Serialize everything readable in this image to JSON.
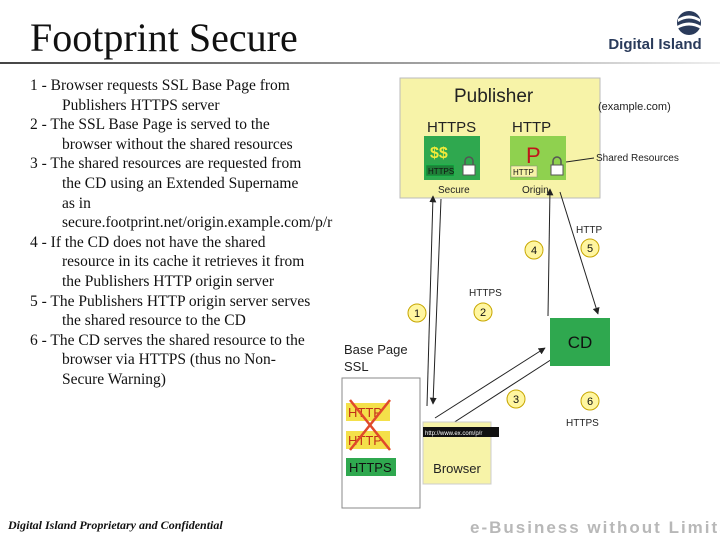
{
  "title": "Footprint Secure",
  "logo_text": "Digital Island",
  "steps": [
    "1 - Browser requests SSL Base Page from Publishers HTTPS server",
    "2 - The SSL Base Page is served to the browser without the shared resources",
    "3 - The shared resources are requested from the CD using an Extended Supername as in secure.footprint.net/origin.example.com/p/r",
    "4 - If the CD does not have the shared resource in its cache it retrieves it from the Publishers HTTP origin server",
    "5 - The Publishers HTTP origin server serves the shared resource to the CD",
    "6 - The CD serves the shared resource to the browser via HTTPS (thus no Non-Secure Warning)"
  ],
  "diagram": {
    "publisher_title": "Publisher",
    "publisher_domain": "(example.com)",
    "https_label": "HTTPS",
    "http_label": "HTTP",
    "secure_symbol": "$$",
    "origin_symbol": "P",
    "secure_tag": "HTTPS",
    "origin_tag": "HTTP",
    "secure_caption": "Secure",
    "origin_caption": "Origin",
    "shared_resources": "Shared Resources",
    "arrow_http_label": "HTTP",
    "arrow_https_label": "HTTPS",
    "arrow_https_bottom": "HTTPS",
    "cd_label": "CD",
    "base_page_line1": "Base Page",
    "base_page_line2": "SSL",
    "page_items": [
      "HTTP",
      "HTTP",
      "HTTPS"
    ],
    "browser_url": "http://www.ex.com/p/r",
    "browser_label": "Browser",
    "step_numbers": [
      "1",
      "2",
      "3",
      "4",
      "5",
      "6"
    ]
  },
  "colors": {
    "yellow": "#f7f3a8",
    "green": "#2fa84f",
    "light_green": "#8fd14f",
    "cross_red": "#e04a2a",
    "badge_yellow": "#fff6a0"
  },
  "footer_left": "Digital Island Proprietary and Confidential",
  "footer_right": "e-Business without Limits"
}
